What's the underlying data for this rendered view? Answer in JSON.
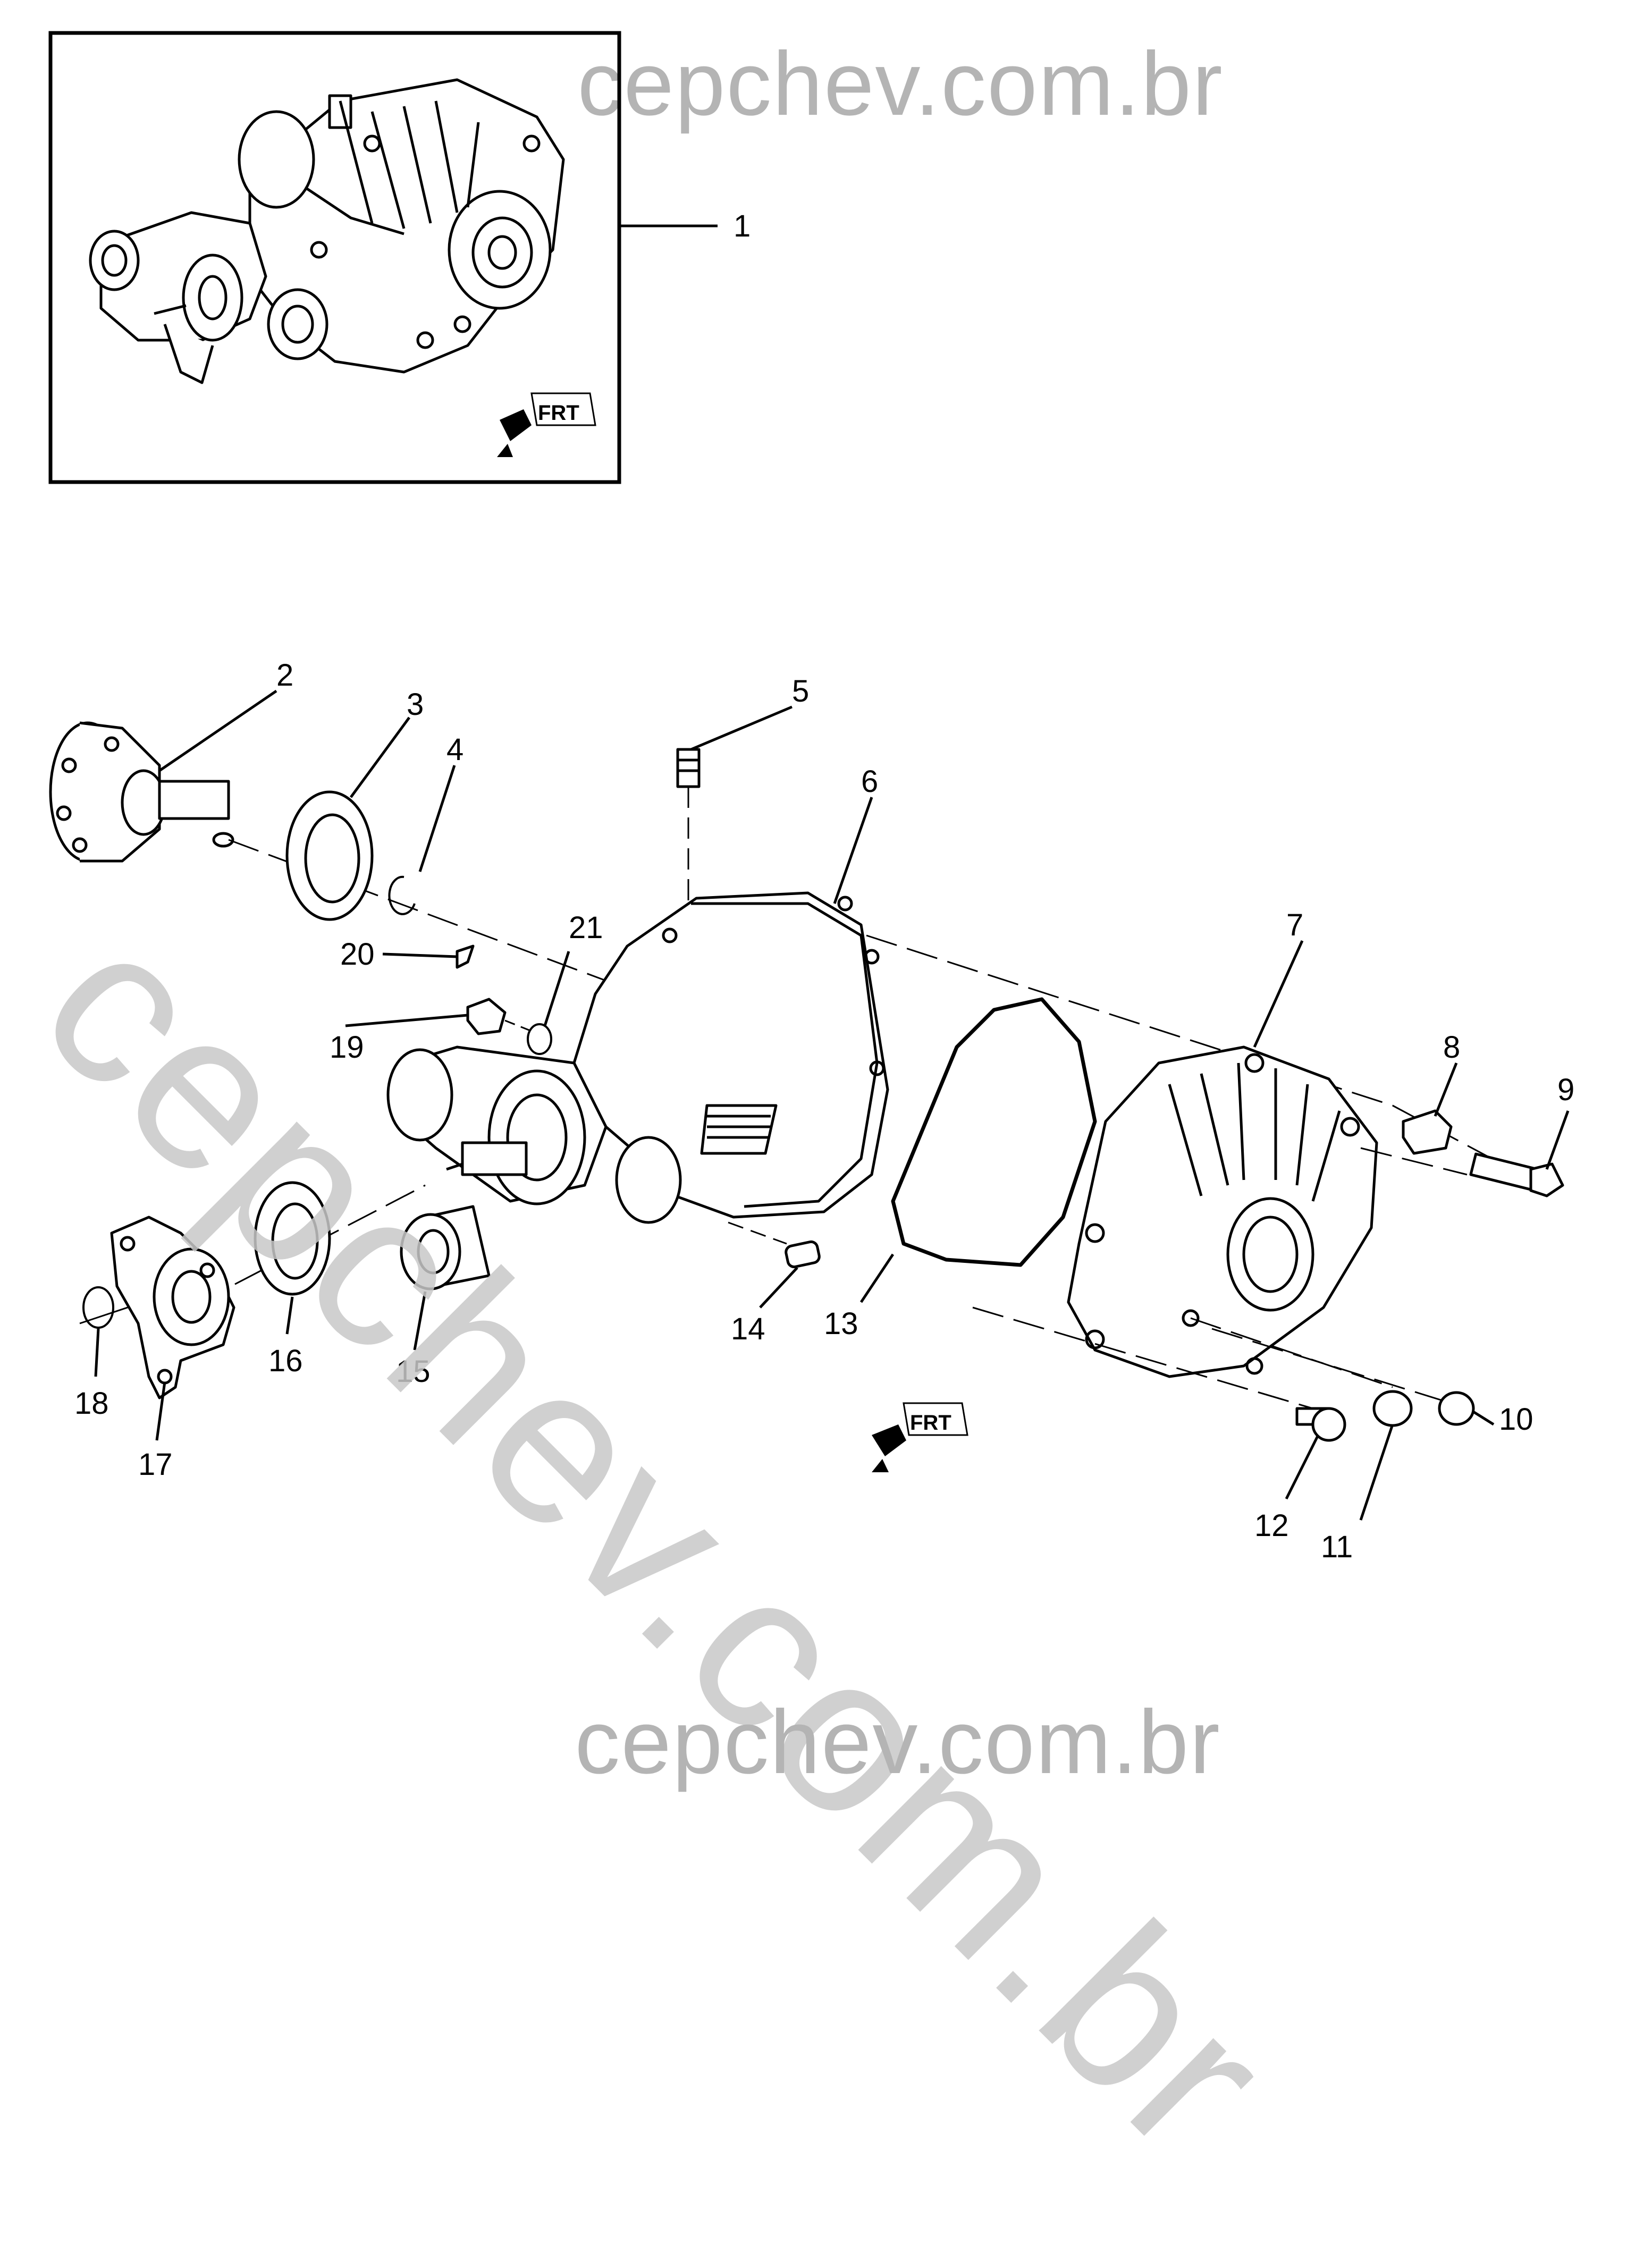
{
  "watermark": {
    "top": "cepchev.com.br",
    "diagonal": "cepchev.com.br",
    "bottom": "cepchev.com.br"
  },
  "frt_arrows": [
    {
      "label": "FRT"
    },
    {
      "label": "FRT"
    }
  ],
  "callouts": [
    "1",
    "2",
    "3",
    "4",
    "5",
    "6",
    "7",
    "8",
    "9",
    "10",
    "11",
    "12",
    "13",
    "14",
    "15",
    "16",
    "17",
    "18",
    "19",
    "20",
    "21"
  ]
}
